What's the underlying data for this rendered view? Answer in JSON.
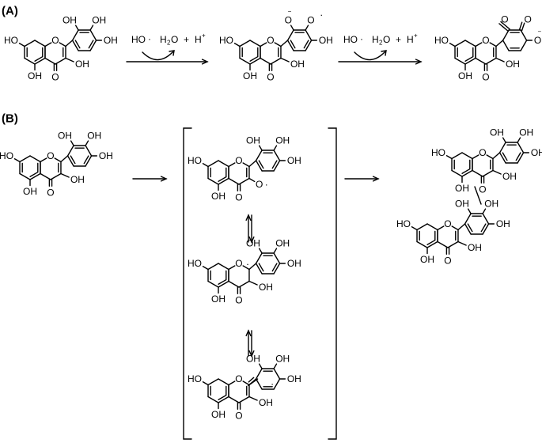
{
  "panels": {
    "a": "(A)",
    "b": "(B)"
  },
  "atoms": {
    "oh": "OH",
    "ho": "HO",
    "o": "O"
  },
  "radical_dot": "·",
  "charge_minus": "−",
  "reaction_a": {
    "reagent": "HO",
    "product_h": "H",
    "product_2": "2",
    "product_o": "O",
    "plus": "+",
    "proton_h": "H",
    "proton_plus": "+"
  },
  "colors": {
    "ink": "#000000",
    "background": "#ffffff"
  }
}
